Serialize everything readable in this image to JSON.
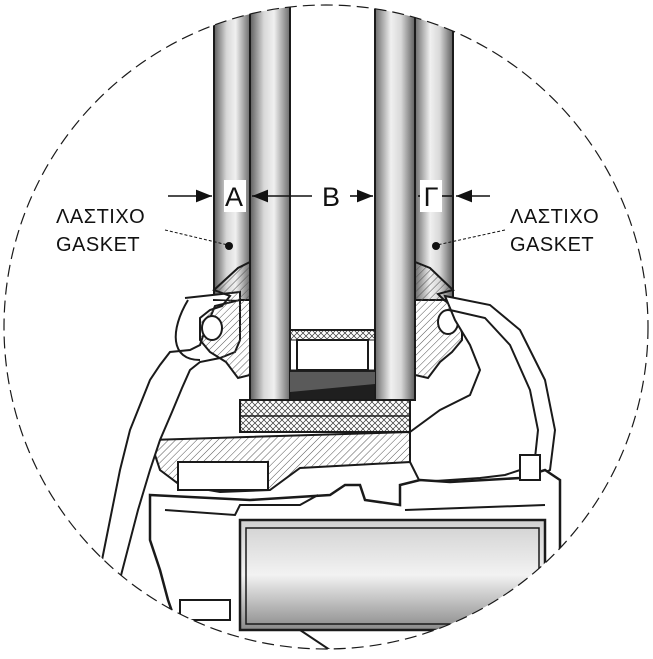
{
  "labels": {
    "gap_a": "A",
    "gap_b": "B",
    "gap_c": "Γ",
    "left_gasket_line1": "ΛΑΣΤΙΧΟ",
    "left_gasket_line2": "GASKET",
    "right_gasket_line1": "ΛΑΣΤΙΧΟ",
    "right_gasket_line2": "GASKET"
  },
  "colors": {
    "line": "#1a1a1a",
    "glass_dark": "#6a6a6a",
    "glass_light": "#e6e6e6",
    "profile_fill": "#ffffff",
    "hatch": "#555555",
    "seal_block": "#222222"
  }
}
